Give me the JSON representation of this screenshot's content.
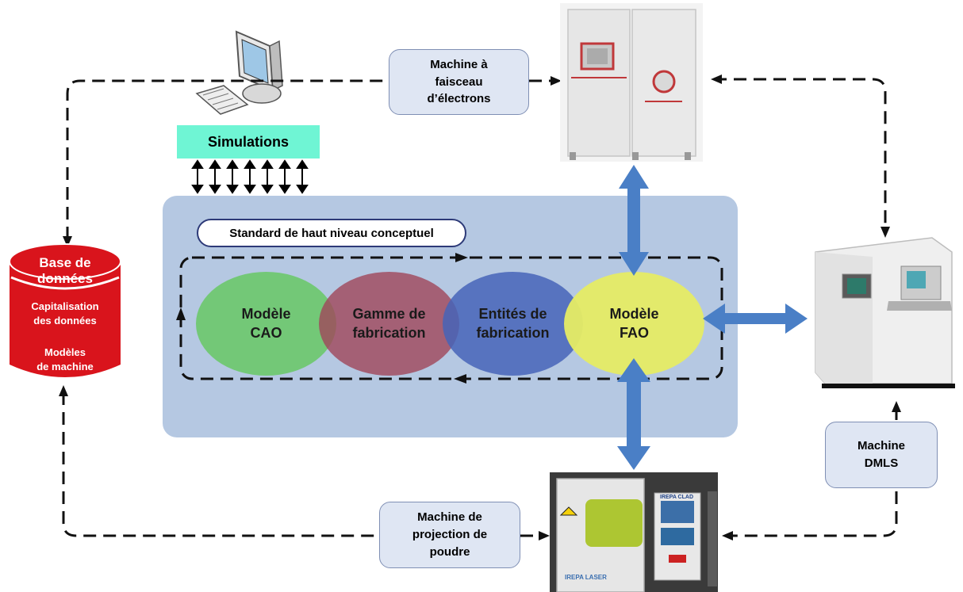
{
  "database": {
    "title": "Base de\ndonnées",
    "line1": "Capitalisation\ndes données",
    "line2": "Modèles\nde machine",
    "color": "#d9141c"
  },
  "simulations": {
    "label": "Simulations",
    "color": "#6ff5d4"
  },
  "standard": {
    "label": "Standard de haut niveau conceptuel"
  },
  "models": [
    {
      "label": "Modèle\nCAO",
      "color": "#6ec86e"
    },
    {
      "label": "Gamme de\nfabrication",
      "color": "#a05060"
    },
    {
      "label": "Entités de\nfabrication",
      "color": "#4a6ab8"
    },
    {
      "label": "Modèle\nFAO",
      "color": "#e6ea6a"
    }
  ],
  "machines": {
    "ebm": {
      "label": "Machine à\nfaisceau\nd’électrons"
    },
    "dmls": {
      "label": "Machine\nDMLS"
    },
    "powder": {
      "label": "Machine de\nprojection de\npoudre"
    },
    "powder_brand_left": "IREPA LASER",
    "powder_brand_panel": "IREPA CLAD"
  },
  "colors": {
    "panel": "#b5c8e2",
    "arrow_blue": "#4a7fc6"
  }
}
